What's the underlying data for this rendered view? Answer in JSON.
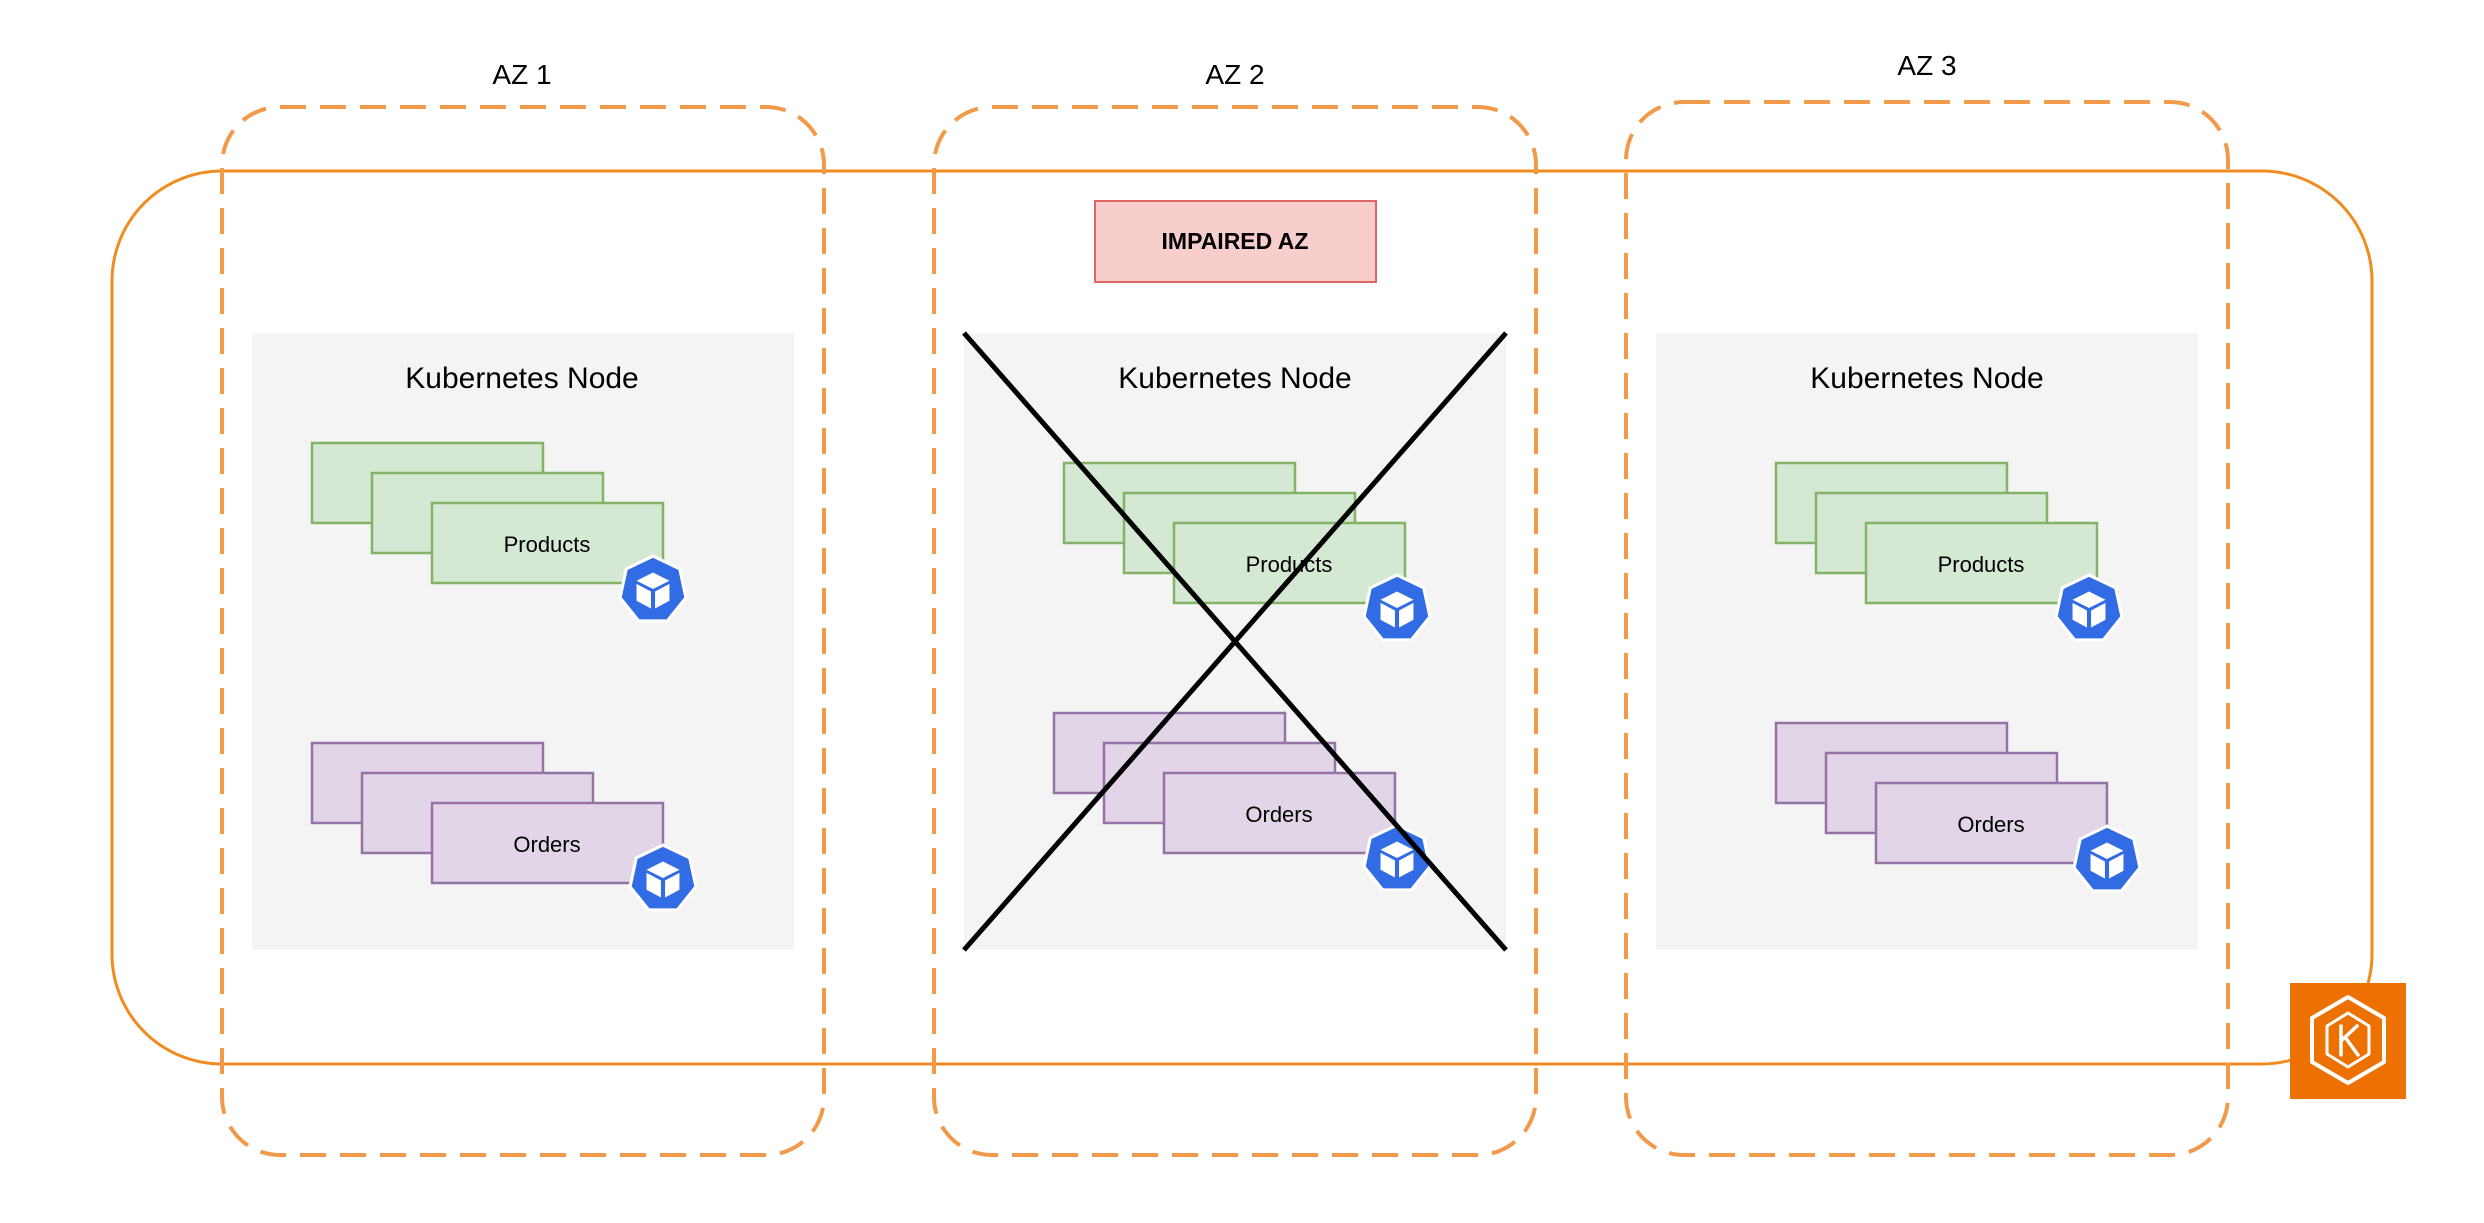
{
  "colors": {
    "cluster_border": "#f08c1f",
    "az_border": "#f19a4a",
    "node_fill": "#f4f4f4",
    "products_fill": "#d5e8d4",
    "products_border": "#82b366",
    "orders_fill": "#e1d5e7",
    "orders_border": "#9673a6",
    "impaired_fill": "#f8cecc",
    "impaired_border": "#e06666",
    "k8s_blue": "#326ce5",
    "eks_orange": "#ed7100"
  },
  "zones": [
    {
      "label": "AZ 1",
      "node_title": "Kubernetes Node",
      "products_label": "Products",
      "orders_label": "Orders"
    },
    {
      "label": "AZ 2",
      "node_title": "Kubernetes Node",
      "products_label": "Products",
      "orders_label": "Orders",
      "status": "IMPAIRED AZ"
    },
    {
      "label": "AZ 3",
      "node_title": "Kubernetes Node",
      "products_label": "Products",
      "orders_label": "Orders"
    }
  ],
  "icons": {
    "pod": "kubernetes-pod-icon",
    "cluster": "amazon-eks-icon"
  }
}
